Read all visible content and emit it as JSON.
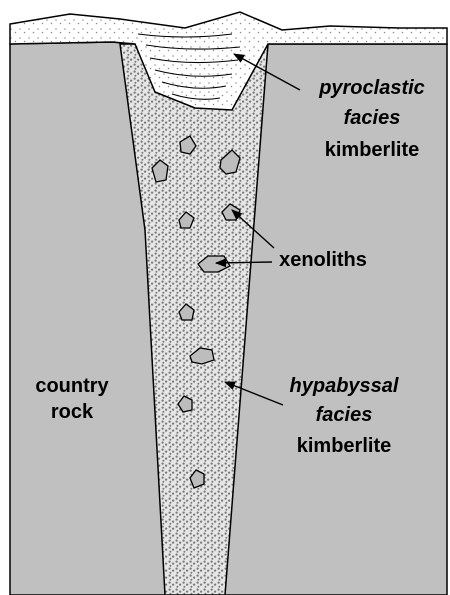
{
  "labels": {
    "pyroclastic_1": "pyroclastic",
    "pyroclastic_2": "facies",
    "pyroclastic_3": "kimberlite",
    "xenoliths": "xenoliths",
    "country_1": "country",
    "country_2": "rock",
    "hypabyssal_1": "hypabyssal",
    "hypabyssal_2": "facies",
    "hypabyssal_3": "kimberlite"
  },
  "colors": {
    "country_rock": "#c0c0c0",
    "hypabyssal_fill": "#e6e6e6",
    "hypabyssal_dots": "#7a7a7a",
    "pyroclastic_fill": "#ffffff",
    "pyroclastic_dots": "#8a8a8a",
    "xenolith_fill": "#bdbdbd",
    "outline": "#000000"
  }
}
